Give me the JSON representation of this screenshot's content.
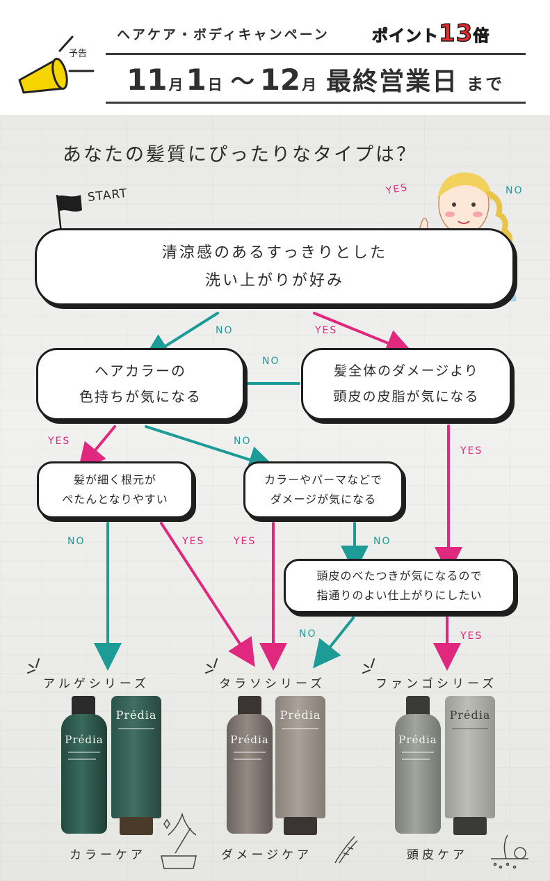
{
  "header": {
    "yokoku": "予告",
    "campaign": "ヘアケア・ボディキャンペーン",
    "points_prefix": "ポイント",
    "points_num": "13",
    "points_suffix": "倍",
    "date": {
      "m1": "11",
      "mu1": "月",
      "d1": "1",
      "du1": "日",
      "tilde": "〜",
      "m2": "12",
      "mu2": "月",
      "last": "最終営業日",
      "made": "まで"
    }
  },
  "chart": {
    "title": "あなたの髪質にぴったりなタイプは？",
    "start": "START",
    "q1": [
      "清涼感のあるすっきりとした",
      "洗い上がりが好み"
    ],
    "q2": [
      "ヘアカラーの",
      "色持ちが気になる"
    ],
    "q3": [
      "髪全体のダメージより",
      "頭皮の皮脂が気になる"
    ],
    "q4": [
      "髪が細く根元が",
      "ぺたんとなりやすい"
    ],
    "q5": [
      "カラーやパーマなどで",
      "ダメージが気になる"
    ],
    "q6": [
      "頭皮のべたつきが気になるので",
      "指通りのよい仕上がりにしたい"
    ],
    "yes": "YES",
    "no": "NO"
  },
  "series": [
    {
      "name": "アルゲシリーズ",
      "care": "カラーケア",
      "color": "#2d5549",
      "tube_color": "#35584d"
    },
    {
      "name": "タラソシリーズ",
      "care": "ダメージケア",
      "color": "#7c736e",
      "tube_color": "#8f8781"
    },
    {
      "name": "ファンゴシリーズ",
      "care": "頭皮ケア",
      "color": "#8b8f86",
      "tube_color": "#a3a59d"
    }
  ],
  "brand": "Prédia",
  "colors": {
    "yes": "#e0287f",
    "no": "#1d9c97",
    "ink": "#1e1e1e"
  }
}
